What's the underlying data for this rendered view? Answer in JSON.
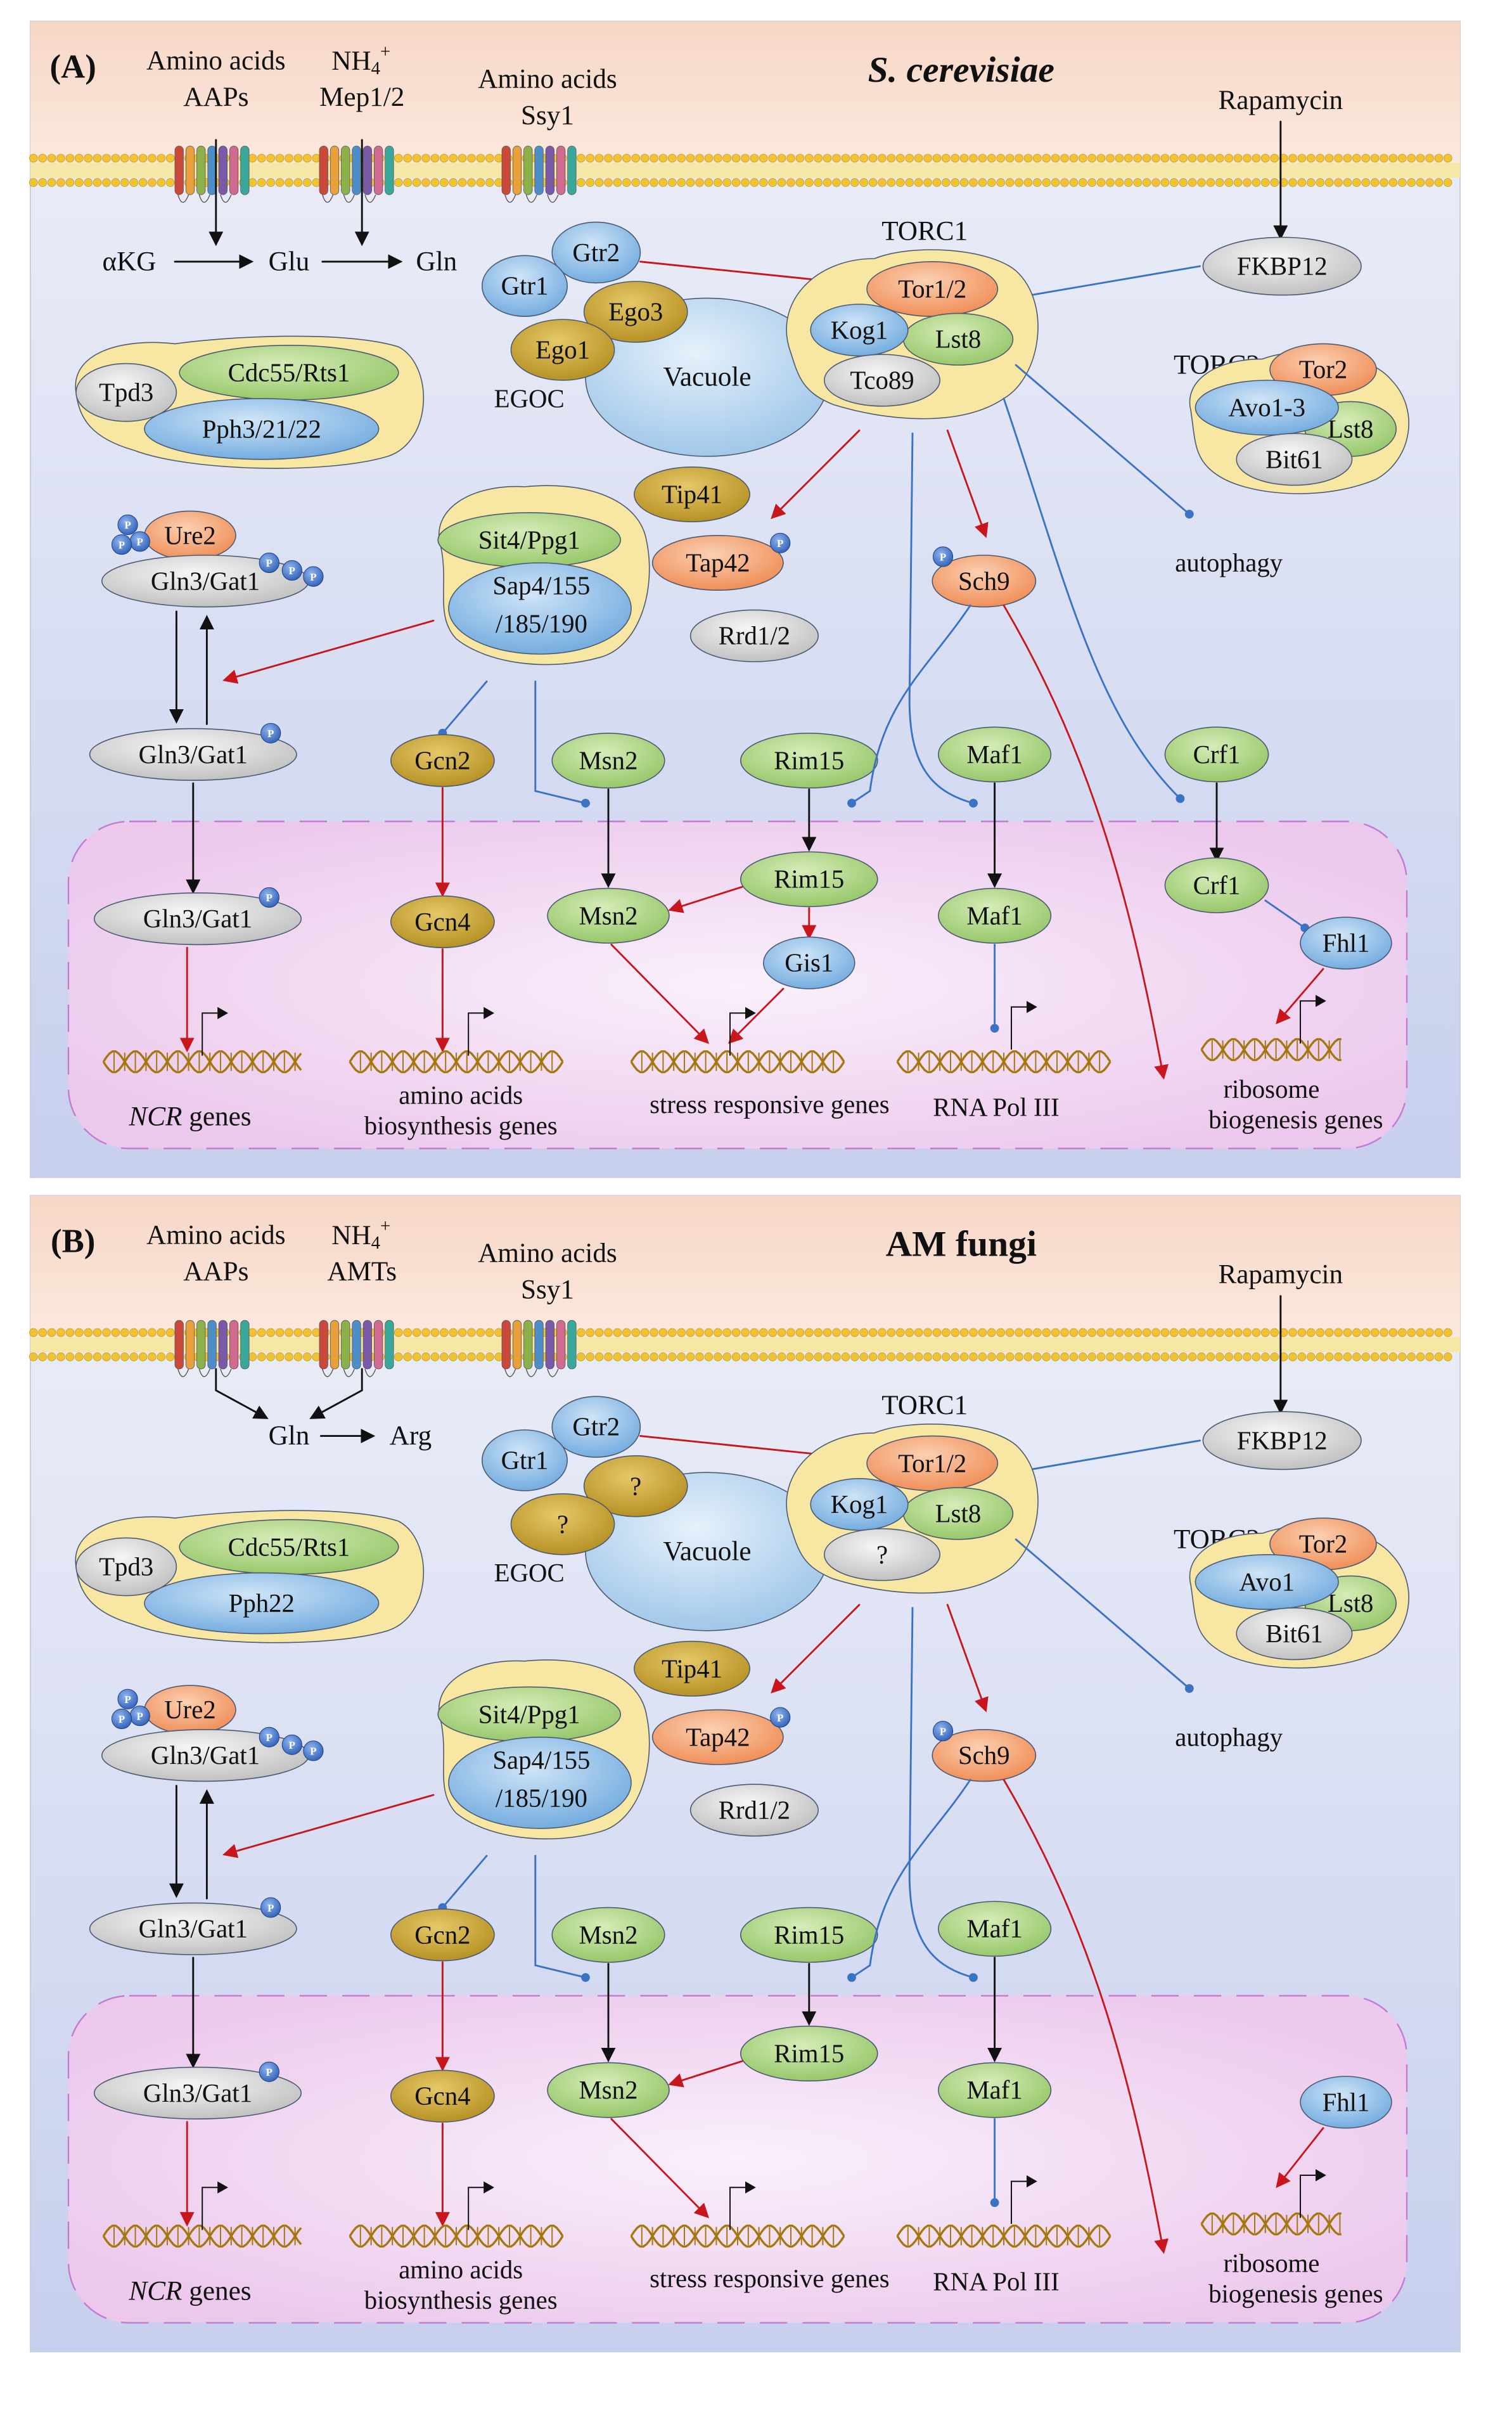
{
  "panels": [
    {
      "label": "(A)",
      "title": "S. cerevisiae",
      "membrane": {
        "in1_top": "Amino acids",
        "in1_bottom": "AAPs",
        "in2_top": "NH",
        "in2_sub": "4",
        "in2_sup": "+",
        "in2_bottom": "Mep1/2",
        "in3_top": "Amino acids",
        "in3_bottom": "Ssy1",
        "drug": "Rapamycin",
        "metabolism": [
          "αKG",
          "Glu",
          "Gln"
        ]
      },
      "fkbp": "FKBP12",
      "egoc": {
        "gtr1": "Gtr1",
        "gtr2": "Gtr2",
        "ego3": "Ego3",
        "ego1": "Ego1",
        "label": "EGOC"
      },
      "vacuole": "Vacuole",
      "torc1": {
        "label": "TORC1",
        "tor": "Tor1/2",
        "kog": "Kog1",
        "lst8": "Lst8",
        "tco": "Tco89"
      },
      "torc2": {
        "label": "TORC2",
        "tor": "Tor2",
        "avo": "Avo1-3",
        "lst8": "Lst8",
        "bit": "Bit61"
      },
      "pp2a": {
        "tpd3": "Tpd3",
        "cdc": "Cdc55/Rts1",
        "pph": "Pph3/21/22"
      },
      "sit4": {
        "top": "Sit4/Ppg1",
        "line1": "Sap4/155",
        "line2": "/185/190"
      },
      "tip41": "Tip41",
      "tap42": "Tap42",
      "rrd": "Rrd1/2",
      "sch9": "Sch9",
      "autophagy": "autophagy",
      "ure2": "Ure2",
      "gln3": "Gln3/Gat1",
      "gcn2": "Gcn2",
      "gcn4": "Gcn4",
      "msn2": "Msn2",
      "rim15": "Rim15",
      "gis1": "Gis1",
      "maf1": "Maf1",
      "crf1": "Crf1",
      "fhl1": "Fhl1",
      "phospho": "P",
      "genes": {
        "ncr_italic": "NCR",
        "ncr_rest": " genes",
        "aa1": "amino acids",
        "aa2": "biosynthesis genes",
        "stress": "stress responsive genes",
        "pol": "RNA Pol III",
        "ribo1": "ribosome",
        "ribo2": "biogenesis genes"
      }
    },
    {
      "label": "(B)",
      "title": "AM fungi",
      "membrane": {
        "in1_top": "Amino acids",
        "in1_bottom": "AAPs",
        "in2_top": "NH",
        "in2_sub": "4",
        "in2_sup": "+",
        "in2_bottom": "AMTs",
        "in3_top": "Amino acids",
        "in3_bottom": "Ssy1",
        "drug": "Rapamycin",
        "metabolism": [
          "Gln",
          "Arg"
        ]
      },
      "fkbp": "FKBP12",
      "egoc": {
        "gtr1": "Gtr1",
        "gtr2": "Gtr2",
        "ego3": "?",
        "ego1": "?",
        "label": "EGOC"
      },
      "vacuole": "Vacuole",
      "torc1": {
        "label": "TORC1",
        "tor": "Tor1/2",
        "kog": "Kog1",
        "lst8": "Lst8",
        "tco": "?"
      },
      "torc2": {
        "label": "TORC2",
        "tor": "Tor2",
        "avo": "Avo1",
        "lst8": "Lst8",
        "bit": "Bit61"
      },
      "pp2a": {
        "tpd3": "Tpd3",
        "cdc": "Cdc55/Rts1",
        "pph": "Pph22"
      },
      "sit4": {
        "top": "Sit4/Ppg1",
        "line1": "Sap4/155",
        "line2": "/185/190"
      },
      "tip41": "Tip41",
      "tap42": "Tap42",
      "rrd": "Rrd1/2",
      "sch9": "Sch9",
      "autophagy": "autophagy",
      "ure2": "Ure2",
      "gln3": "Gln3/Gat1",
      "gcn2": "Gcn2",
      "gcn4": "Gcn4",
      "msn2": "Msn2",
      "rim15": "Rim15",
      "gis1": "",
      "maf1": "Maf1",
      "crf1": "",
      "fhl1": "Fhl1",
      "phospho": "P",
      "genes": {
        "ncr_italic": "NCR",
        "ncr_rest": " genes",
        "aa1": "amino acids",
        "aa2": "biosynthesis genes",
        "stress": "stress responsive genes",
        "pol": "RNA Pol III",
        "ribo1": "ribosome",
        "ribo2": "biogenesis genes"
      }
    }
  ],
  "colors": {
    "activation": "#c8161d",
    "inhibition": "#3b73c4",
    "arrow": "#111111",
    "green_protein": "#9ccc6e",
    "blue_protein": "#7eb3e3",
    "orange_protein": "#f39a66",
    "gold_protein": "#c6a02f",
    "grey_protein": "#cfcfcf",
    "complex_bg": "#f8e7a2",
    "dna": "#a5770f"
  }
}
